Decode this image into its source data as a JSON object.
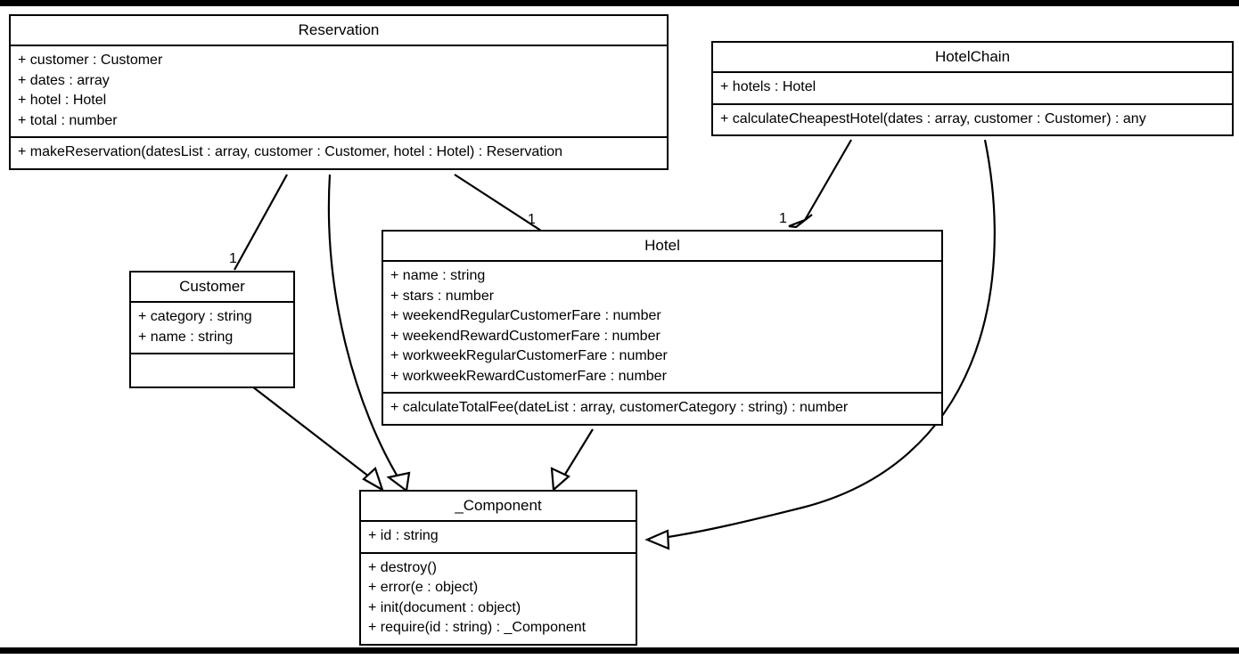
{
  "diagram": {
    "type": "uml-class-diagram",
    "title": "Hotel Reservation UML Class Diagram",
    "background": "#ffffff",
    "line_color": "#000000"
  },
  "classes": {
    "reservation": {
      "name": "Reservation",
      "attributes": [
        "+ customer : Customer",
        "+ dates : array",
        "+ hotel : Hotel",
        "+ total : number"
      ],
      "operations": [
        "+ makeReservation(datesList : array, customer : Customer, hotel : Hotel) : Reservation"
      ]
    },
    "hotelchain": {
      "name": "HotelChain",
      "attributes": [
        "+ hotels : Hotel"
      ],
      "operations": [
        "+ calculateCheapestHotel(dates : array, customer : Customer) : any"
      ]
    },
    "hotel": {
      "name": "Hotel",
      "attributes": [
        "+ name : string",
        "+ stars : number",
        "+ weekendRegularCustomerFare : number",
        "+ weekendRewardCustomerFare : number",
        "+ workweekRegularCustomerFare : number",
        "+ workweekRewardCustomerFare : number"
      ],
      "operations": [
        "+ calculateTotalFee(dateList : array, customerCategory : string) : number"
      ]
    },
    "customer": {
      "name": "Customer",
      "attributes": [
        "+ category : string",
        "+ name : string"
      ],
      "operations": []
    },
    "component": {
      "name": "_Component",
      "attributes": [
        "+ id : string"
      ],
      "operations": [
        "+ destroy()",
        "+ error(e : object)",
        "+ init(document : object)",
        "+ require(id : string) : _Component"
      ]
    }
  },
  "relationships": [
    {
      "id": "reservation-customer",
      "kind": "association",
      "from": "Reservation",
      "to": "Customer",
      "target_multiplicity": "1"
    },
    {
      "id": "reservation-hotel",
      "kind": "association",
      "from": "Reservation",
      "to": "Hotel",
      "target_multiplicity": "1"
    },
    {
      "id": "hotelchain-hotel",
      "kind": "aggregation",
      "from": "HotelChain",
      "to": "Hotel",
      "target_multiplicity": "1"
    },
    {
      "id": "reservation-component",
      "kind": "generalization",
      "from": "Reservation",
      "to": "_Component",
      "target_multiplicity": ""
    },
    {
      "id": "customer-component",
      "kind": "generalization",
      "from": "Customer",
      "to": "_Component",
      "target_multiplicity": ""
    },
    {
      "id": "hotel-component",
      "kind": "generalization",
      "from": "Hotel",
      "to": "_Component",
      "target_multiplicity": ""
    },
    {
      "id": "hotelchain-component",
      "kind": "generalization",
      "from": "HotelChain",
      "to": "_Component",
      "target_multiplicity": ""
    }
  ],
  "multiplicity_labels": {
    "customer_end": "1",
    "hotel_end_from_reservation": "1",
    "hotel_end_from_chain": "1"
  }
}
